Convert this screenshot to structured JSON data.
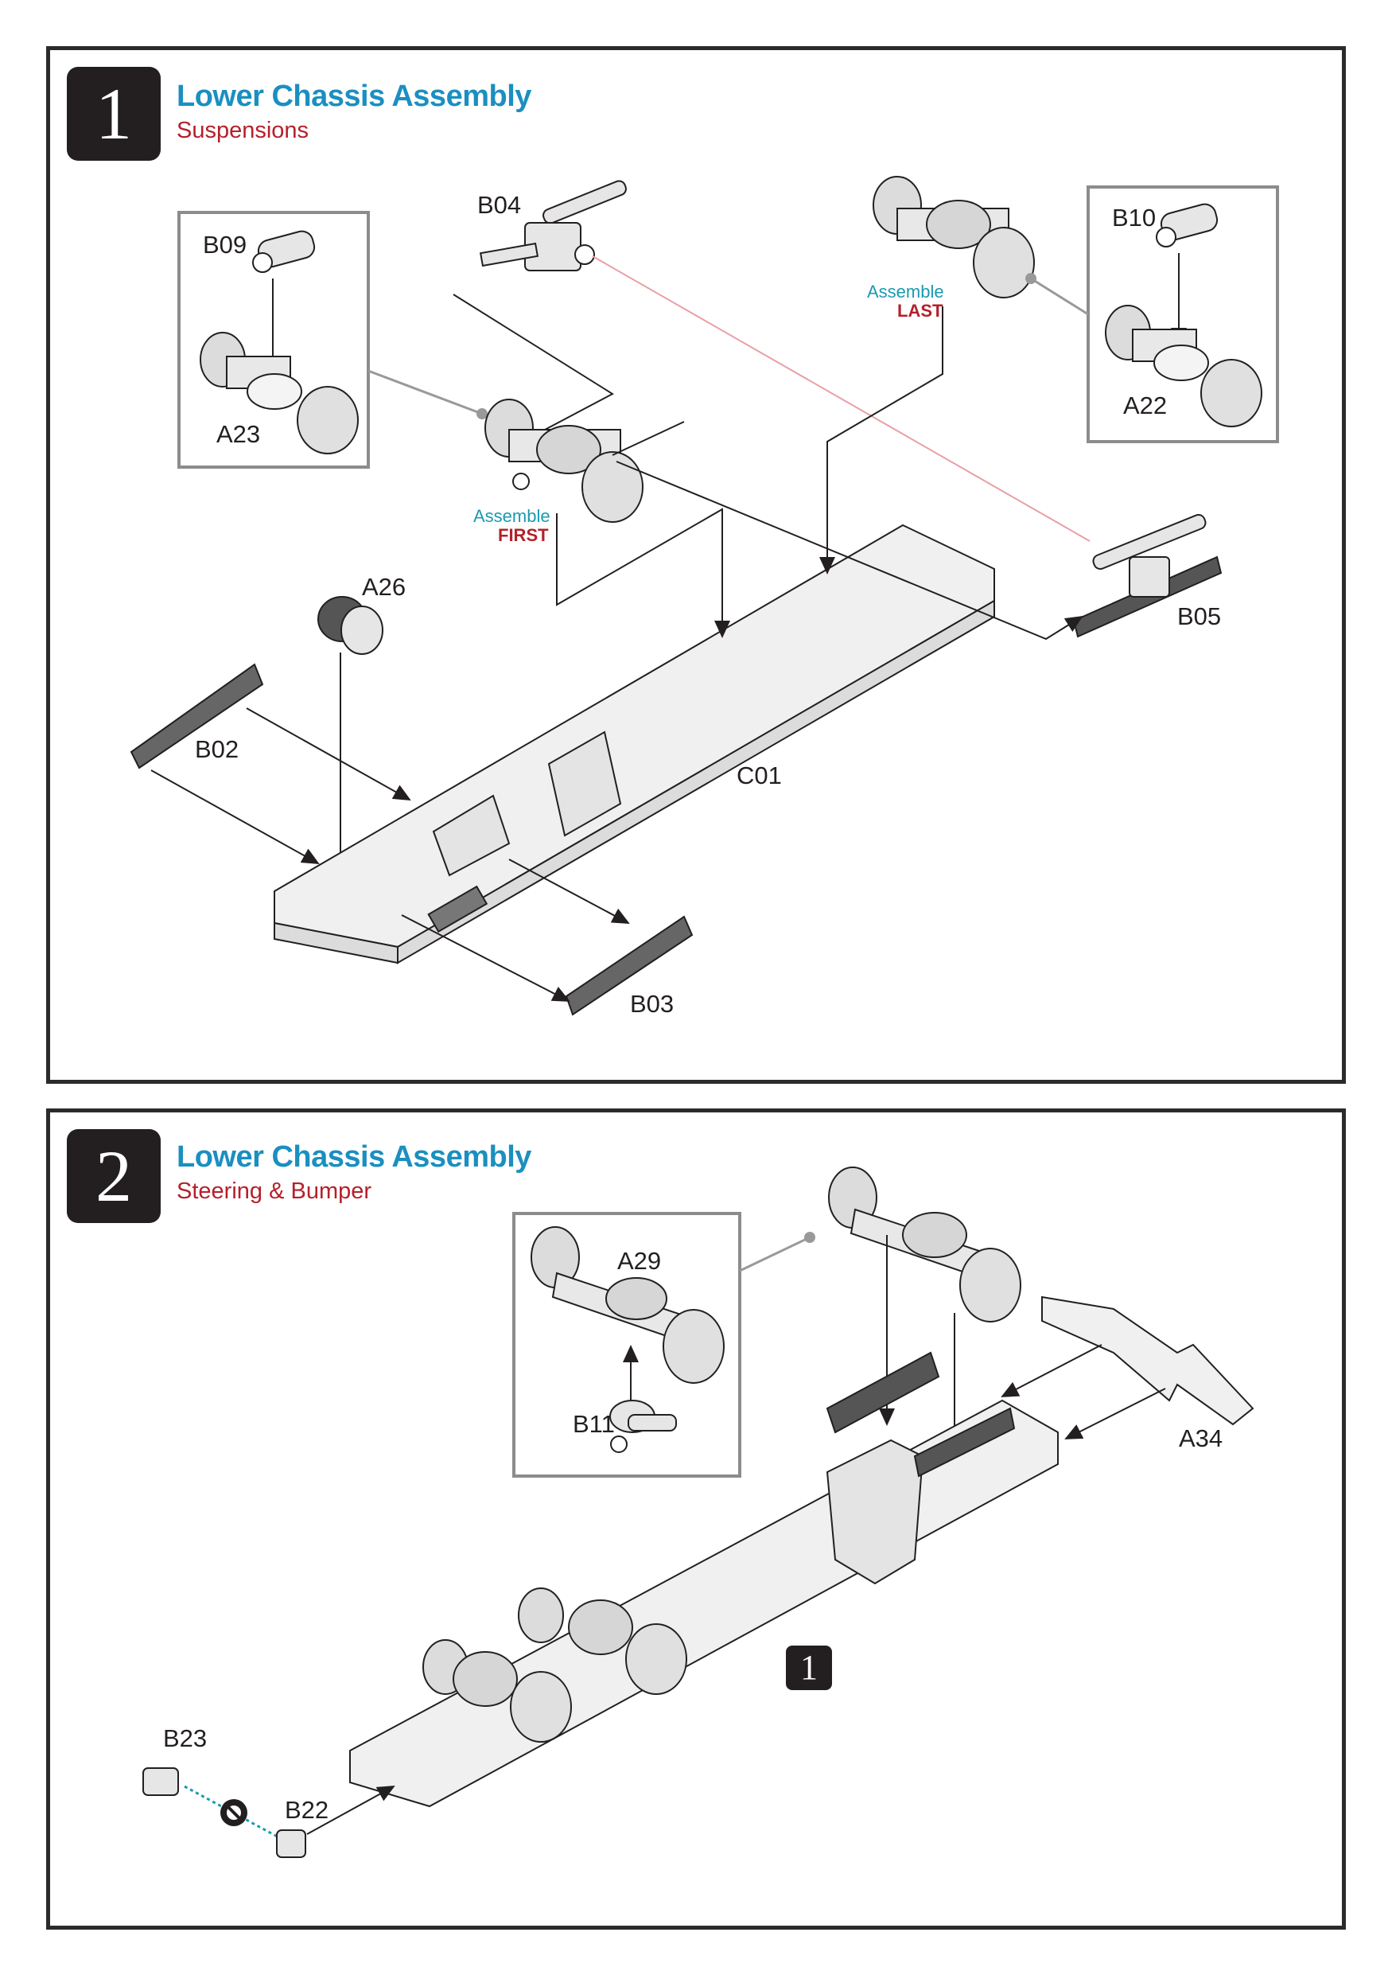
{
  "steps": [
    {
      "number": "1",
      "title": "Lower Chassis Assembly",
      "subtitle": "Suspensions",
      "parts": [
        "B09",
        "A23",
        "B04",
        "B10",
        "A22",
        "A26",
        "B02",
        "C01",
        "B05",
        "B03"
      ],
      "notes": [
        {
          "text": "Assemble",
          "emphasis": "FIRST"
        },
        {
          "text": "Assemble",
          "emphasis": "LAST"
        }
      ]
    },
    {
      "number": "2",
      "title": "Lower Chassis Assembly",
      "subtitle": "Steering & Bumper",
      "parts": [
        "A29",
        "B11",
        "A34",
        "B23",
        "B22"
      ],
      "reference_step": "1"
    }
  ],
  "colors": {
    "title": "#1b8fc0",
    "subtitle": "#b5202a",
    "note": "#1b9ab0",
    "frame": "#2b2b2b"
  }
}
